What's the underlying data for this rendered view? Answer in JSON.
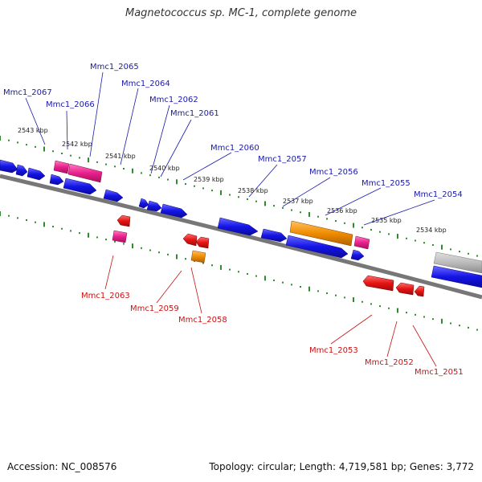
{
  "title": "Magnetococcus sp. MC-1, complete genome",
  "footer": {
    "accession": "Accession: NC_008576",
    "stats": "Topology: circular; Length: 4,719,581 bp; Genes: 3,772"
  },
  "colors": {
    "backbone": "#777777",
    "tick": "#2e8b2e",
    "forward_gene": "#1414e6",
    "reverse_gene": "#e61414",
    "pink_gene": "#e8208c",
    "orange_gene": "#f08c00",
    "grey_gene": "#b4b4b4",
    "forward_label": "#1a1aa8",
    "reverse_label": "#c81414"
  },
  "kbp_labels": [
    "2543 kbp",
    "2542 kbp",
    "2541 kbp",
    "2540 kbp",
    "2539 kbp",
    "2538 kbp",
    "2537 kbp",
    "2536 kbp",
    "2535 kbp",
    "2534 kbp"
  ],
  "forward_labels": [
    "Mmc1_2067",
    "Mmc1_2066",
    "Mmc1_2065",
    "Mmc1_2064",
    "Mmc1_2062",
    "Mmc1_2061",
    "Mmc1_2060",
    "Mmc1_2057",
    "Mmc1_2056",
    "Mmc1_2055",
    "Mmc1_2054"
  ],
  "reverse_labels": [
    "Mmc1_2063",
    "Mmc1_2059",
    "Mmc1_2058",
    "Mmc1_2053",
    "Mmc1_2052",
    "Mmc1_2051"
  ]
}
